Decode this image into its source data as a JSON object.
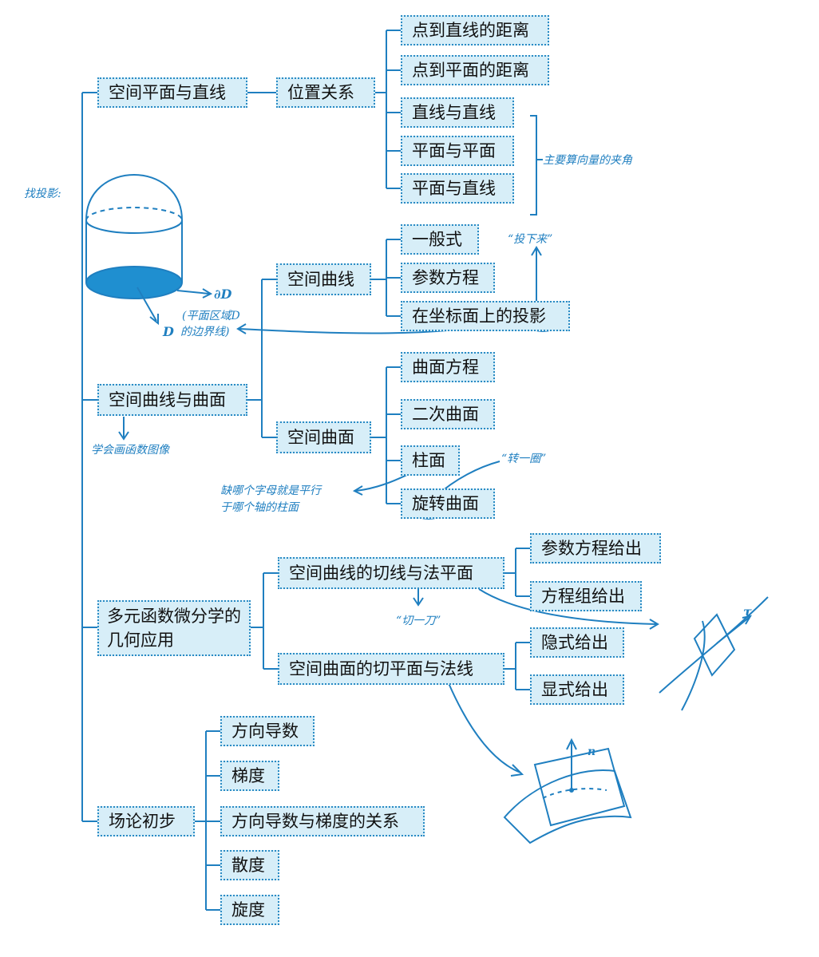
{
  "colors": {
    "box_fill": "#d7eef8",
    "box_border": "#2a8bc4",
    "line": "#1f7fc0",
    "note": "#1f7fc0"
  },
  "nodes": {
    "space_plane_line": "空间平面与直线",
    "position_relation": "位置关系",
    "point_line_distance": "点到直线的距离",
    "point_plane_distance": "点到平面的距离",
    "line_line": "直线与直线",
    "plane_plane": "平面与平面",
    "plane_line": "平面与直线",
    "space_curve": "空间曲线",
    "general_form": "一般式",
    "parametric_eq": "参数方程",
    "projection_on_coord_plane": "在坐标面上的投影",
    "space_curve_surface": "空间曲线与曲面",
    "space_surface": "空间曲面",
    "surface_eq": "曲面方程",
    "quadric_surface": "二次曲面",
    "cylinder_surface": "柱面",
    "revolution_surface": "旋转曲面",
    "multivar_geometry": "多元函数微分学的几何应用",
    "curve_tangent_normal_plane": "空间曲线的切线与法平面",
    "given_by_parametric": "参数方程给出",
    "given_by_system": "方程组给出",
    "surface_tangent_plane_normal": "空间曲面的切平面与法线",
    "implicit_given": "隐式给出",
    "explicit_given": "显式给出",
    "field_theory": "场论初步",
    "directional_derivative": "方向导数",
    "gradient": "梯度",
    "dd_gradient_relation": "方向导数与梯度的关系",
    "divergence": "散度",
    "curl": "旋度"
  },
  "notes": {
    "find_projection": "找投影:",
    "main_angle": "主要算向量的夹角",
    "drop_down": "“投下来”",
    "boundary_symbol": "∂D",
    "boundary_desc_1": "(平面区域D",
    "boundary_desc_2": "的边界线)",
    "region_label": "D",
    "learn_graphs": "学会画函数图像",
    "missing_letter_1": "缺哪个字母就是平行",
    "missing_letter_2": "于哪个轴的柱面",
    "turn_around": "“转一圈”",
    "cut_once": "“切一刀”",
    "tau": "τ",
    "n": "n"
  }
}
